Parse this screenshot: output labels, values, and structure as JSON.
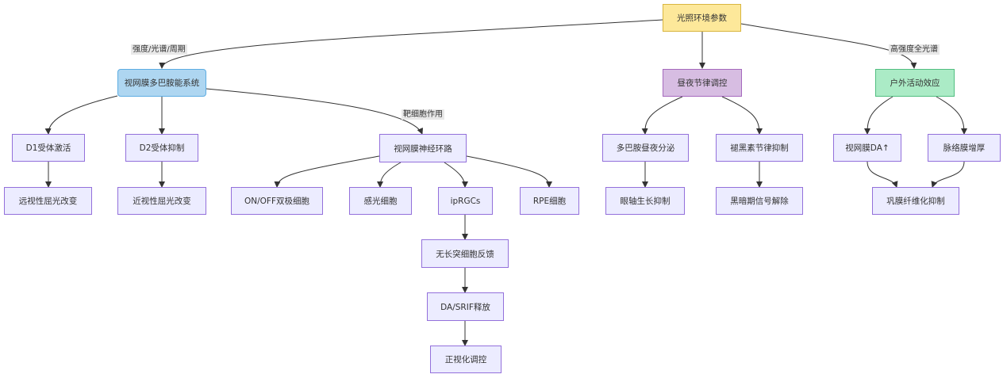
{
  "nodes": {
    "root": "光照环境参数",
    "dopa": "视网膜多巴胺能系统",
    "circ": "昼夜节律调控",
    "outdoor": "户外活动效应",
    "d1": "D1受体激活",
    "d2": "D2受体抑制",
    "neural": "视网膜神经环路",
    "dasec": "多巴胺昼夜分泌",
    "melat": "褪黑素节律抑制",
    "retda": "视网膜DA↑",
    "choroid": "脉络膜增厚",
    "hyper": "远视性屈光改变",
    "myop": "近视性屈光改变",
    "onoff": "ON/OFF双极细胞",
    "photo": "感光细胞",
    "iprgc": "ipRGCs",
    "rpe": "RPE细胞",
    "axial": "眼轴生长抑制",
    "dark": "黑暗期信号解除",
    "sclera": "巩膜纤维化抑制",
    "amacrine": "无长突细胞反馈",
    "dasrif": "DA/SRIF释放",
    "emmet": "正视化调控"
  },
  "edge_labels": {
    "root_dopa": "强度/光谱/周期",
    "root_outdoor": "高强度全光谱",
    "dopa_neural": "靶细胞作用"
  }
}
